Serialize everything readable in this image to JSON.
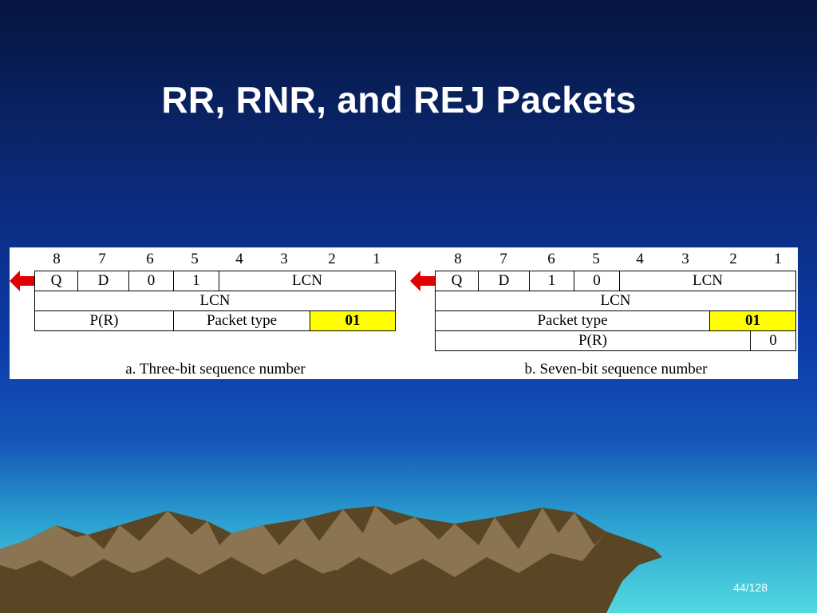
{
  "slide": {
    "title": "RR, RNR, and REJ Packets",
    "page_number": "44/128"
  },
  "diagram_a": {
    "bit_numbers": [
      "8",
      "7",
      "6",
      "5",
      "4",
      "3",
      "2",
      "1"
    ],
    "row1": {
      "q": "Q",
      "d": "D",
      "b6": "0",
      "b5": "1",
      "lcn": "LCN"
    },
    "row2": {
      "lcn": "LCN"
    },
    "row3": {
      "pr": "P(R)",
      "packet_type": "Packet type",
      "code": "01"
    },
    "caption": "a. Three-bit sequence number"
  },
  "diagram_b": {
    "bit_numbers": [
      "8",
      "7",
      "6",
      "5",
      "4",
      "3",
      "2",
      "1"
    ],
    "row1": {
      "q": "Q",
      "d": "D",
      "b6": "1",
      "b5": "0",
      "lcn": "LCN"
    },
    "row2": {
      "lcn": "LCN"
    },
    "row3": {
      "packet_type": "Packet type",
      "code": "01"
    },
    "row4": {
      "pr": "P(R)",
      "bit1": "0"
    },
    "caption": "b. Seven-bit sequence number"
  },
  "colors": {
    "highlight": "#ffff00",
    "arrow": "#e00000",
    "title": "#ffffff"
  }
}
